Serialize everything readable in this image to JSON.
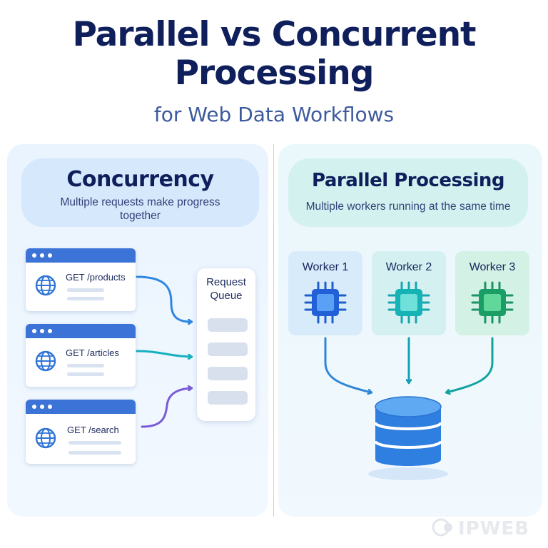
{
  "title": {
    "line1": "Parallel vs Concurrent",
    "line2": "Processing"
  },
  "subtitle": "for Web Data Workflows",
  "concurrency": {
    "title": "Concurrency",
    "description": "Multiple requests make progress together",
    "requests": [
      {
        "label": "GET /products"
      },
      {
        "label": "GET /articles"
      },
      {
        "label": "GET /search"
      }
    ],
    "queue": {
      "label": "Request Queue"
    }
  },
  "parallel": {
    "title": "Parallel Processing",
    "description": "Multiple workers running at the same time",
    "workers": [
      {
        "label": "Worker 1",
        "color": "#2f6fe0"
      },
      {
        "label": "Worker 2",
        "color": "#1fb5b9"
      },
      {
        "label": "Worker 3",
        "color": "#22a26a"
      }
    ]
  },
  "colors": {
    "request_bar": "#3b74d6",
    "arrow_blue": "#2e86e0",
    "arrow_teal": "#17b0bf",
    "arrow_purple": "#7a5ad6",
    "database": "#2e7fe0"
  },
  "watermark": "IPWEB"
}
